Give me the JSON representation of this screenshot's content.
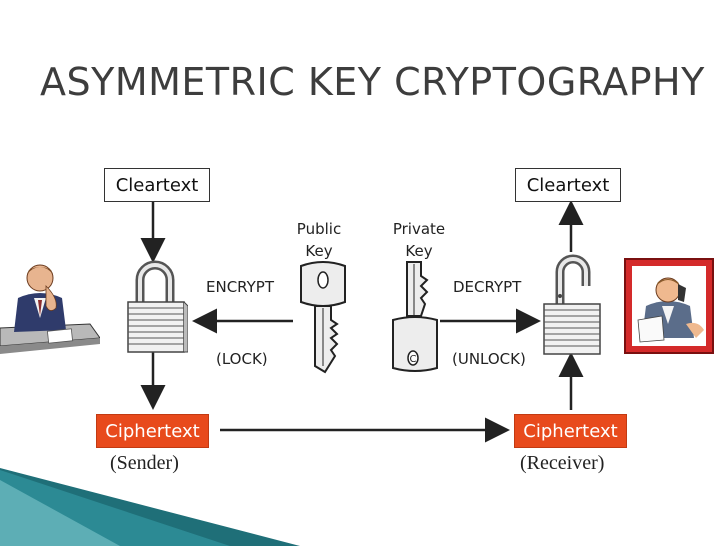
{
  "title": "ASYMMETRIC KEY CRYPTOGRAPHY",
  "sender": {
    "cleartext": "Cleartext",
    "ciphertext": "Ciphertext",
    "role": "(Sender)"
  },
  "receiver": {
    "cleartext": "Cleartext",
    "ciphertext": "Ciphertext",
    "role": "(Receiver)"
  },
  "public_key": {
    "line1": "Public",
    "line2": "Key"
  },
  "private_key": {
    "line1": "Private",
    "line2": "Key"
  },
  "encrypt": {
    "label": "ENCRYPT",
    "sub": "(LOCK)"
  },
  "decrypt": {
    "label": "DECRYPT",
    "sub": "(UNLOCK)"
  },
  "colors": {
    "ciphertext_fill": "#e84a1c",
    "title_text": "#3d3d3d",
    "deco_teal": "#1f6f78"
  },
  "icons": {
    "sender": "man-at-desk-icon",
    "receiver": "man-on-phone-icon",
    "lock": "padlock-icon",
    "key": "key-icon"
  }
}
